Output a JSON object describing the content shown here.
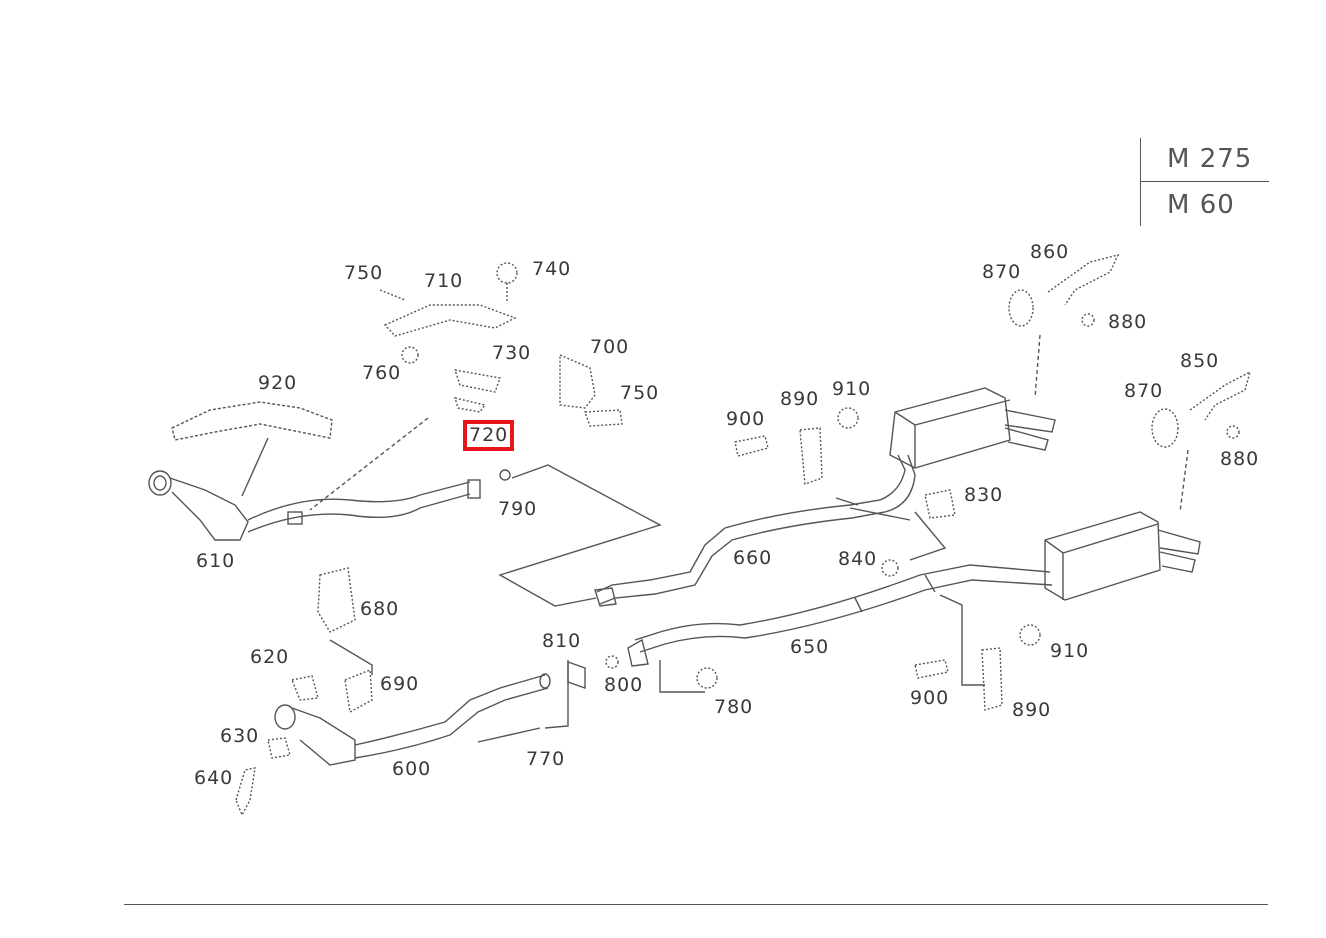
{
  "title_block": {
    "line1": "M 275",
    "line2": "M 60"
  },
  "selected_part": "720",
  "labels": {
    "p750a": "750",
    "p710": "710",
    "p740": "740",
    "p760": "760",
    "p730": "730",
    "p700": "700",
    "p750b": "750",
    "p920": "920",
    "p720": "720",
    "p790": "790",
    "p610": "610",
    "p680": "680",
    "p620": "620",
    "p690": "690",
    "p630": "630",
    "p640": "640",
    "p600": "600",
    "p810": "810",
    "p800": "800",
    "p770": "770",
    "p780": "780",
    "p650": "650",
    "p660": "660",
    "p840": "840",
    "p830": "830",
    "p900a": "900",
    "p890a": "890",
    "p910a": "910",
    "p870a": "870",
    "p860": "860",
    "p880a": "880",
    "p870b": "870",
    "p850": "850",
    "p880b": "880",
    "p910b": "910",
    "p900b": "900",
    "p890b": "890"
  }
}
